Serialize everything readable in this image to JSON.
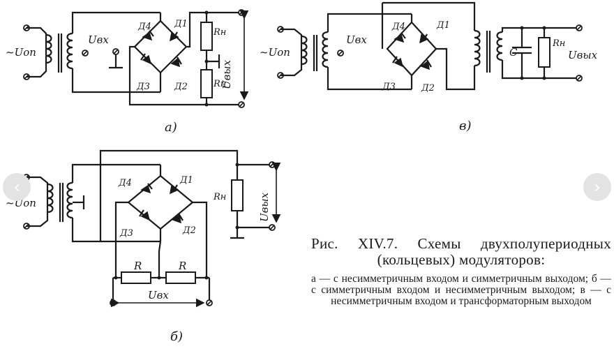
{
  "labels": {
    "u_op": "~Uоп",
    "u_vx": "Uвх",
    "u_vyx": "Uвых",
    "rn": "Rн",
    "r": "R",
    "c": "C",
    "d1": "Д1",
    "d2": "Д2",
    "d3": "Д3",
    "d4": "Д4"
  },
  "subfigures": {
    "a": "а)",
    "b": "б)",
    "v": "в)"
  },
  "caption": {
    "title": "Рис. XIV.7. Схемы двухполупериодных (кольцевых) модуляторов:",
    "body": "а — с несимметричным входом и симметричным выходом; б — с симметричным входом и несимметричным выходом; в — с несимметричным входом и трансформаторным выходом"
  },
  "icons": {
    "prev": "chevron-left-icon",
    "next": "chevron-right-icon"
  }
}
